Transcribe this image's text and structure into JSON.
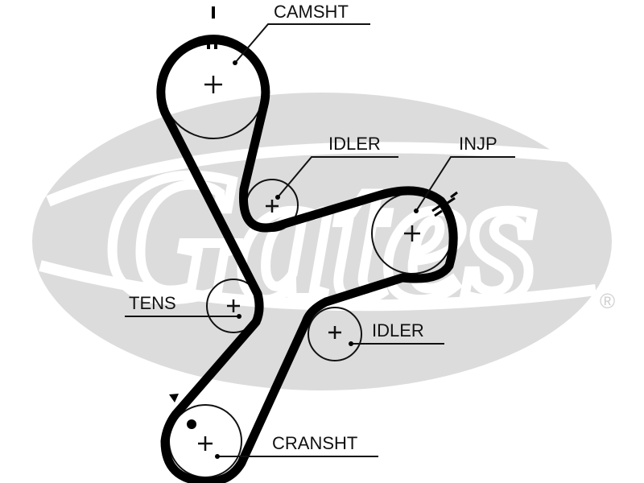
{
  "logo": {
    "text": "Gates",
    "registered_mark": "®",
    "color": "#dcdcdc"
  },
  "labels": {
    "camshaft": "CAMSHT",
    "idler_upper": "IDLER",
    "injection_pump": "INJP",
    "tensioner": "TENS",
    "idler_lower": "IDLER",
    "crankshaft": "CRANSHT"
  },
  "timing_marks": {
    "camshaft_outer": "I",
    "camshaft_inner": "II",
    "injection_pump": "II"
  },
  "colors": {
    "belt": "#000000",
    "background": "#ffffff",
    "logo": "#dcdcdc"
  }
}
